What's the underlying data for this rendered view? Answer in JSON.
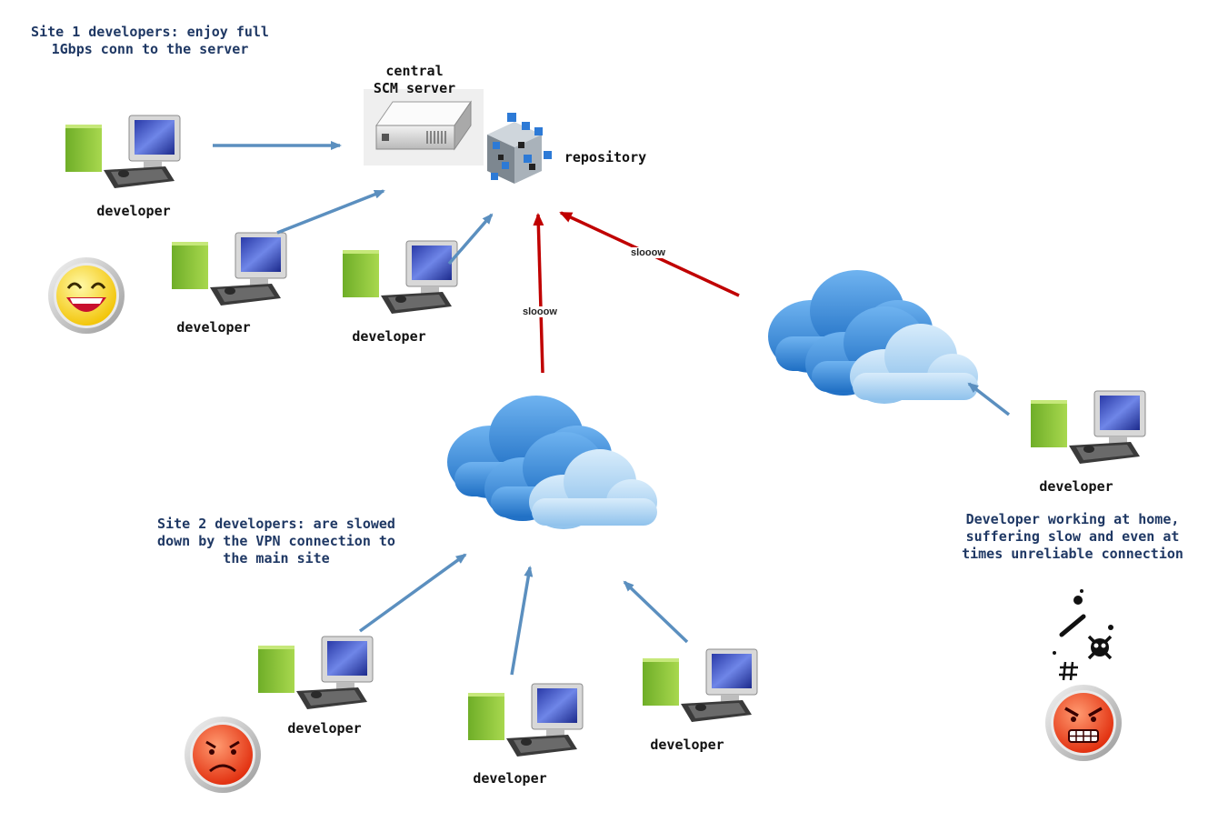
{
  "notes": {
    "site1": "Site 1 developers: enjoy full\n1Gbps conn to the server",
    "site2": "Site 2 developers: are slowed\ndown by the VPN connection to\nthe main site",
    "home": "Developer working at home,\nsuffering slow and even at\ntimes unreliable connection"
  },
  "labels": {
    "server": "central\nSCM server",
    "repository": "repository",
    "developer": "developer",
    "slow_link": "slooow"
  },
  "colors": {
    "note_text": "#1f3864",
    "fast_arrow": "#5b8fbf",
    "slow_arrow": "#c00000",
    "computer_box": "#8dc63f"
  },
  "icons": {
    "server": "server-icon",
    "repository": "repository-cube-icon",
    "developer": "workstation-icon",
    "cloud": "cloud-icon",
    "happy": "happy-face-icon",
    "sad": "sad-face-icon",
    "angry": "angry-face-icon",
    "cursing": "cursing-symbols-icon"
  }
}
